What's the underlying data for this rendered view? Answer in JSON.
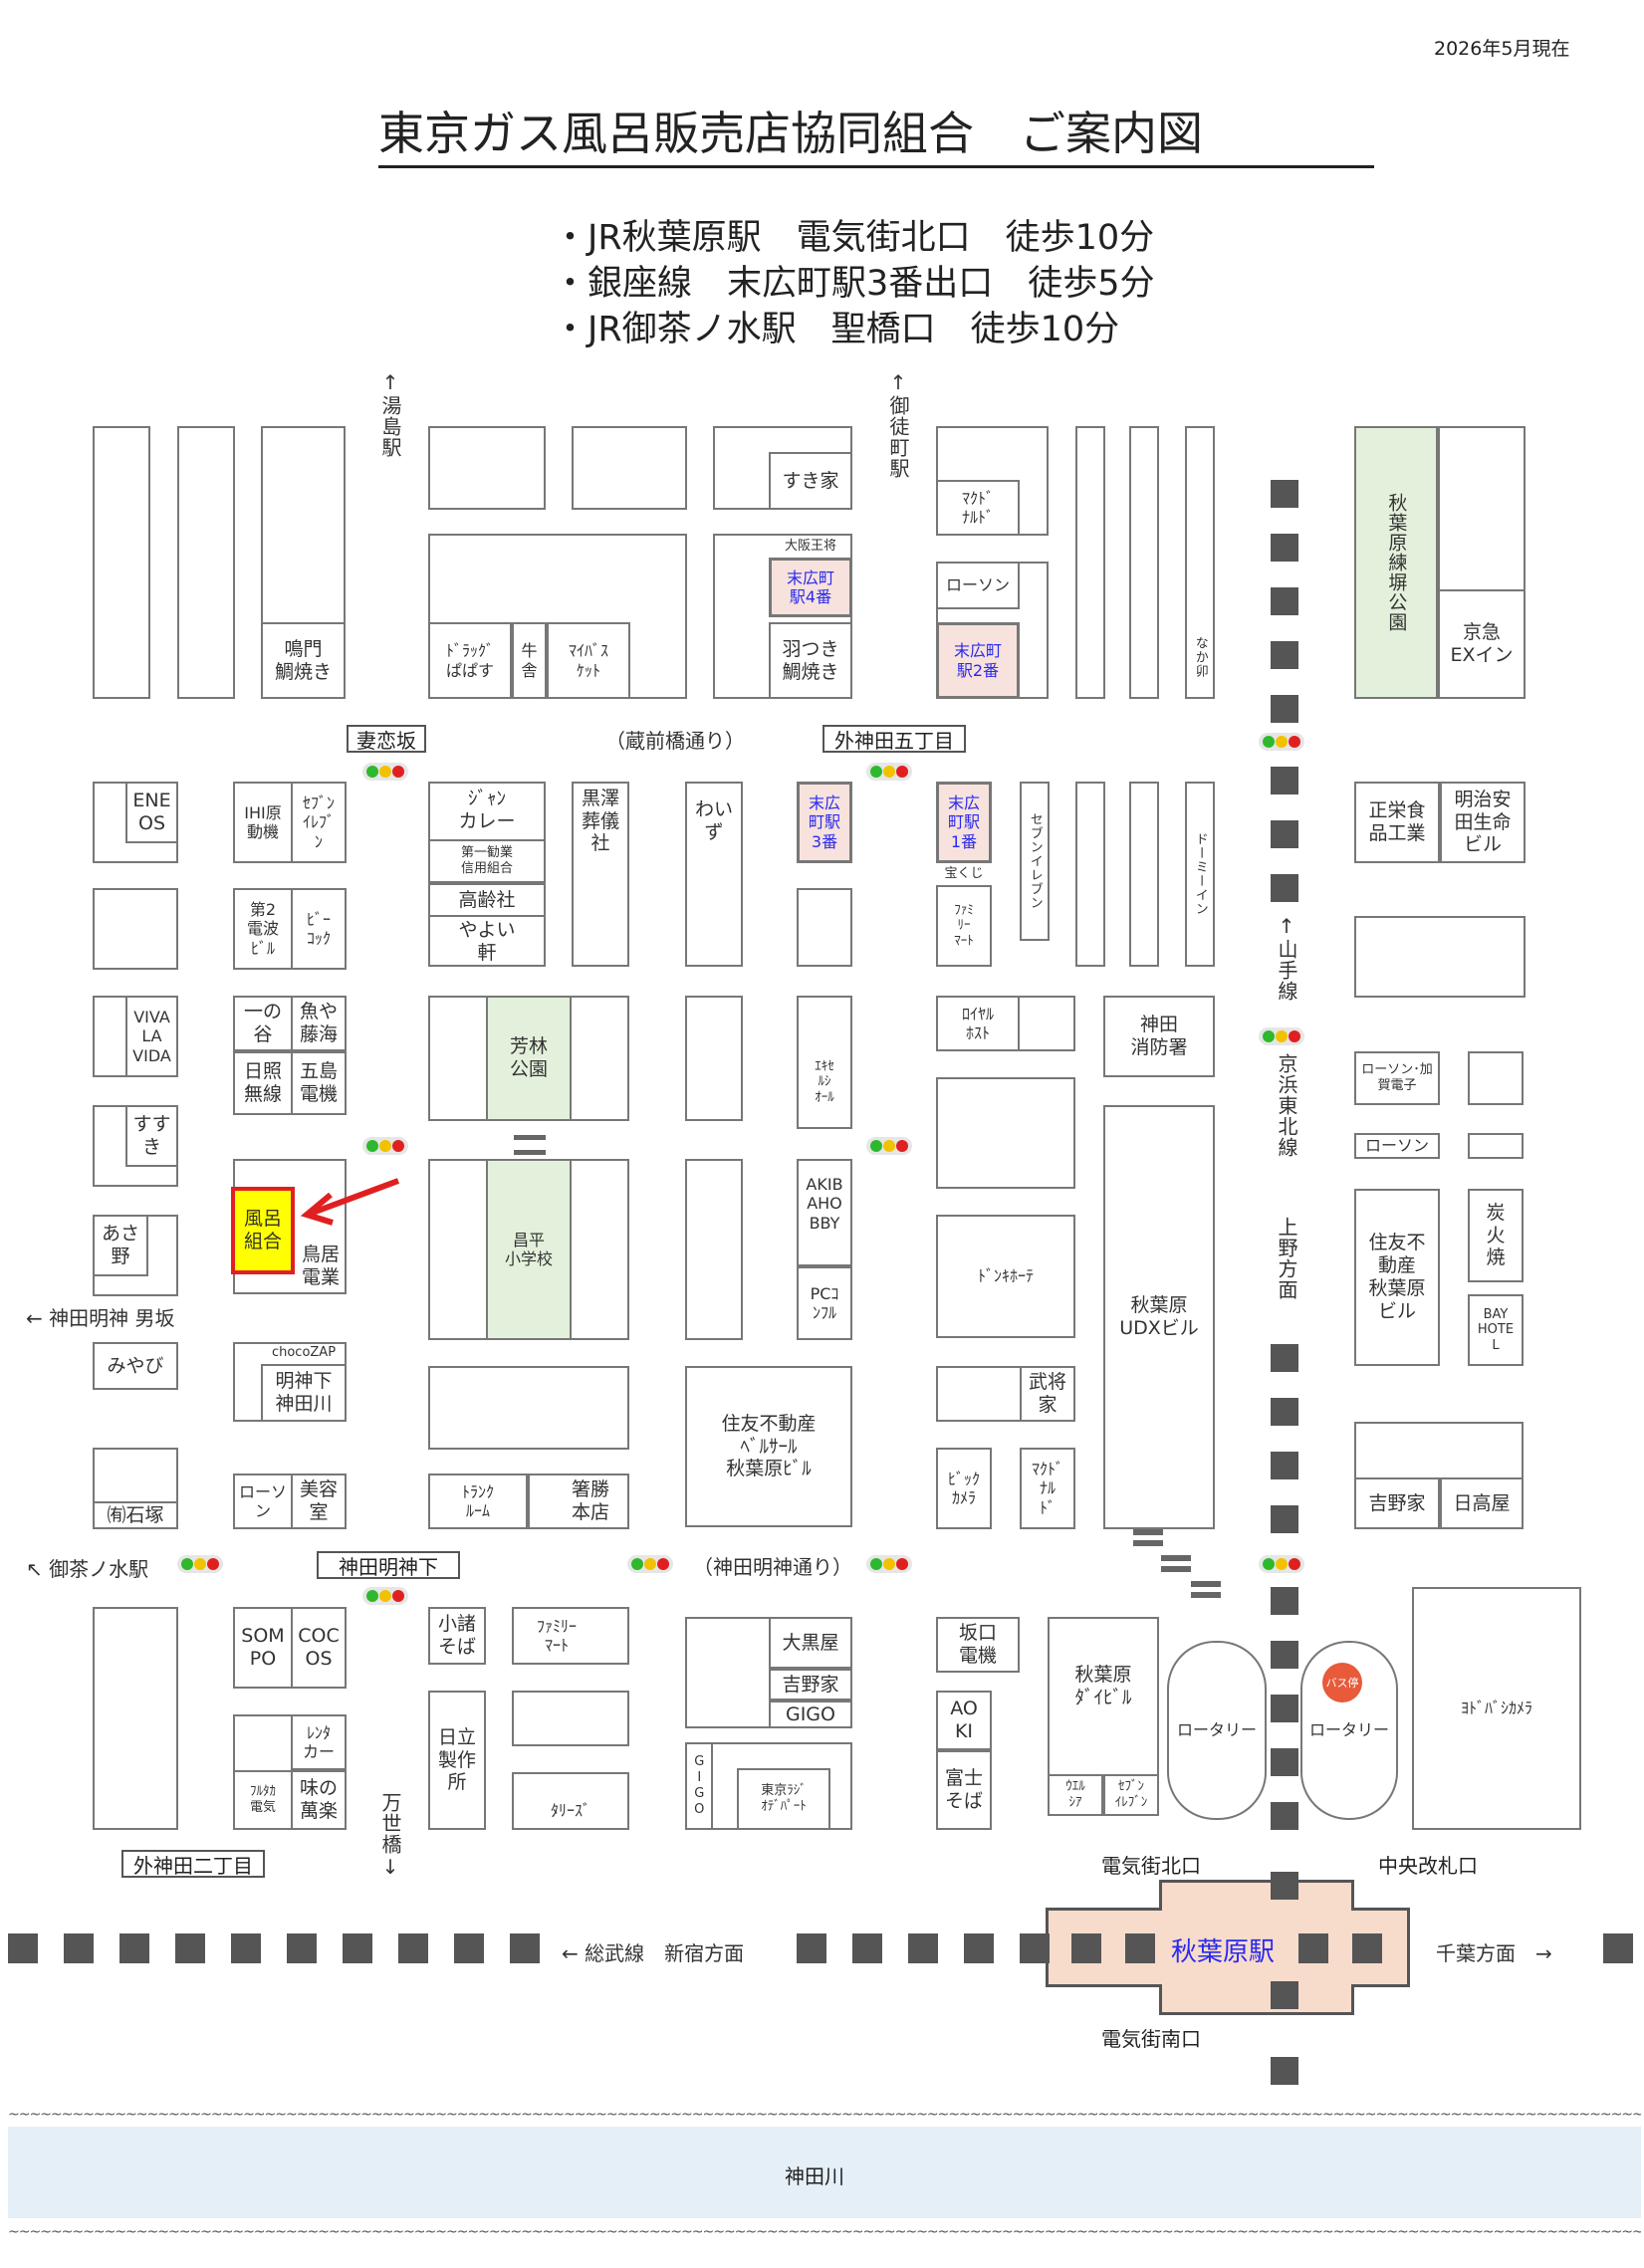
{
  "header": {
    "date": "2026年5月現在",
    "title": "東京ガス風呂販売店協同組合　ご案内図",
    "access": [
      "・JR秋葉原駅　電気街北口　徒歩10分",
      "・銀座線　末広町駅3番出口　徒歩5分",
      "・JR御茶ノ水駅　聖橋口　徒歩10分"
    ]
  },
  "directions": {
    "yushima": "↑湯島駅",
    "okachimachi": "↑御徒町駅",
    "otokozaka": "← 神田明神 男坂",
    "ochanomizu": "↖ 御茶ノ水駅",
    "mansei": "万世橋↓",
    "yamanote": "↑山手線",
    "keihin": "京浜東北線",
    "ueno": "上野方面",
    "sobu": "← 総武線　新宿方面",
    "chiba": "千葉方面　→"
  },
  "streets": {
    "tsumagoizaka": "妻恋坂",
    "kuramae": "（蔵前橋通り）",
    "sotokanda5": "外神田五丁目",
    "myojinshita": "神田明神下",
    "myojin_dori": "（神田明神通り）",
    "sotokanda2": "外神田二丁目"
  },
  "buildings": {
    "sukiya": "すき家",
    "osaka_osho": "大阪王将",
    "exit4": "末広町\n駅4番",
    "hanetsuki": "羽つき\n鯛焼き",
    "mcd1": "ﾏｸﾄﾞ\nﾅﾙﾄﾞ",
    "lawson1": "ローソン",
    "exit2": "末広町\n駅2番",
    "nakau": "なか卯",
    "park1": "秋葉原練塀公園",
    "keikyu": "京急\nEXイン",
    "naruto": "鳴門\n鯛焼き",
    "drug": "ﾄﾞﾗｯｸﾞ\nぱぱす",
    "gyusha": "牛\n舎",
    "mybasket": "ﾏｲﾊﾞｽ\nｹｯﾄ",
    "eneos": "ENE\nOS",
    "ihi": "IHI原\n動機",
    "seven1": "ｾﾌﾞﾝ\nｲﾚﾌﾞ\nﾝ",
    "jyan": "ｼﾞｬﾝ\nカレー",
    "shinkumi": "第一勧業\n信用組合",
    "korei": "高齢社",
    "yayoi": "やよい\n軒",
    "kurosawa": "黒澤\n葬儀\n社",
    "waizu": "わい\nず",
    "exit3": "末広\n町駅\n3番",
    "exit1": "末広\n町駅\n1番",
    "takarakuji": "宝くじ",
    "famima1": "ﾌｧﾐ\nﾘｰ\nﾏｰﾄ",
    "seven2": "セブンイレブン",
    "dormy": "ドーミーイン",
    "shoei": "正栄食\n品工業",
    "meiji": "明治安\n田生命\nビル",
    "denpa": "第2\n電波\nﾋﾞﾙ",
    "beacock": "ﾋﾞｰ\nｺｯｸ",
    "viva": "VIVA\nLA\nVIDA",
    "ichinoya": "一の\n谷",
    "uoya": "魚や\n藤海",
    "park2": "芳林\n公園",
    "royal": "ﾛｲﾔﾙ\nﾎｽﾄ",
    "fire": "神田\n消防署",
    "lawson_kaga": "ローソン･加\n賀電子",
    "nissho": "日照\n無線",
    "goto": "五島\n電機",
    "exe": "ｴｷｾ\nﾙｼ\nｵｰﾙ",
    "lawson2": "ローソン",
    "susuki": "すす\nき",
    "furo": "風呂\n組合",
    "torii": "鳥居\n電業",
    "school": "昌平\n小学校",
    "akibahobby": "AKIB\nAHO\nBBY",
    "donki": "ﾄﾞﾝｷﾎｰﾃ",
    "udx": "秋葉原\nUDXビル",
    "sumitomo1": "住友不\n動産\n秋葉原\nビル",
    "sumibi": "炭\n火\n焼",
    "bay": "BAY\nHOTE\nL",
    "asano": "あさ\n野",
    "pcconfull": "PCｺ\nﾝﾌﾙ",
    "miyabi": "みやび",
    "chocozap": "chocoZAP",
    "myojin_kawa": "明神下\n神田川",
    "sumitomo2": "住友不動産\nﾍﾞﾙｻｰﾙ\n秋葉原ﾋﾞﾙ",
    "takeshou": "武将\n家",
    "ishizuka": "㈲石塚",
    "lawson3": "ローソ\nン",
    "biyo": "美容\n室",
    "trunk": "ﾄﾗﾝｸ\nﾙｰﾑ",
    "hosho": "箸勝\n本店",
    "bic": "ﾋﾞｯｸ\nｶﾒﾗ",
    "mcd2": "ﾏｸﾄﾞ\nﾅﾙ\nﾄﾞ",
    "yoshinoya1": "吉野家",
    "hidakaya": "日高屋",
    "sompo": "SOM\nPO",
    "cocoos": "COC\nOS",
    "komoro": "小諸\nそば",
    "famima2": "ﾌｧﾐﾘｰ\nﾏｰﾄ",
    "daikokuya": "大黒屋",
    "yoshinoya2": "吉野家",
    "gigo": "GIGO",
    "sakaguchi": "坂口\n電機",
    "dai_bldg": "秋葉原\nﾀﾞｲﾋﾞﾙ",
    "yodobashi": "ﾖﾄﾞﾊﾞｼｶﾒﾗ",
    "rentacar": "ﾚﾝﾀ\nカー",
    "fultaka": "ﾌﾙﾀｶ\n電気",
    "ajino": "味の\n萬楽",
    "hitachi": "日立\n製作\n所",
    "tullys": "ﾀﾘｰｽﾞ",
    "gigo_v": "GIGO",
    "tokyoradio": "東京ﾗｼﾞ\nｵﾃﾞﾊﾟｰﾄ",
    "aoki": "AO\nKI",
    "fuji": "富士\nそば",
    "ueru": "ｳｴﾙ\nｼｱ",
    "seven3": "ｾﾌﾞﾝ\nｲﾚﾌﾞﾝ",
    "rotary": "ロータリー",
    "bus": "バス停"
  },
  "station": {
    "name": "秋葉原駅",
    "north": "電気街北口",
    "central": "中央改札口",
    "south": "電気街南口"
  },
  "river": "神田川",
  "colors": {
    "highlight": "#ffff00",
    "arrow": "#e02020",
    "park": "#e3f1dc",
    "station": "#f8dccb",
    "river": "#e4eff7"
  }
}
